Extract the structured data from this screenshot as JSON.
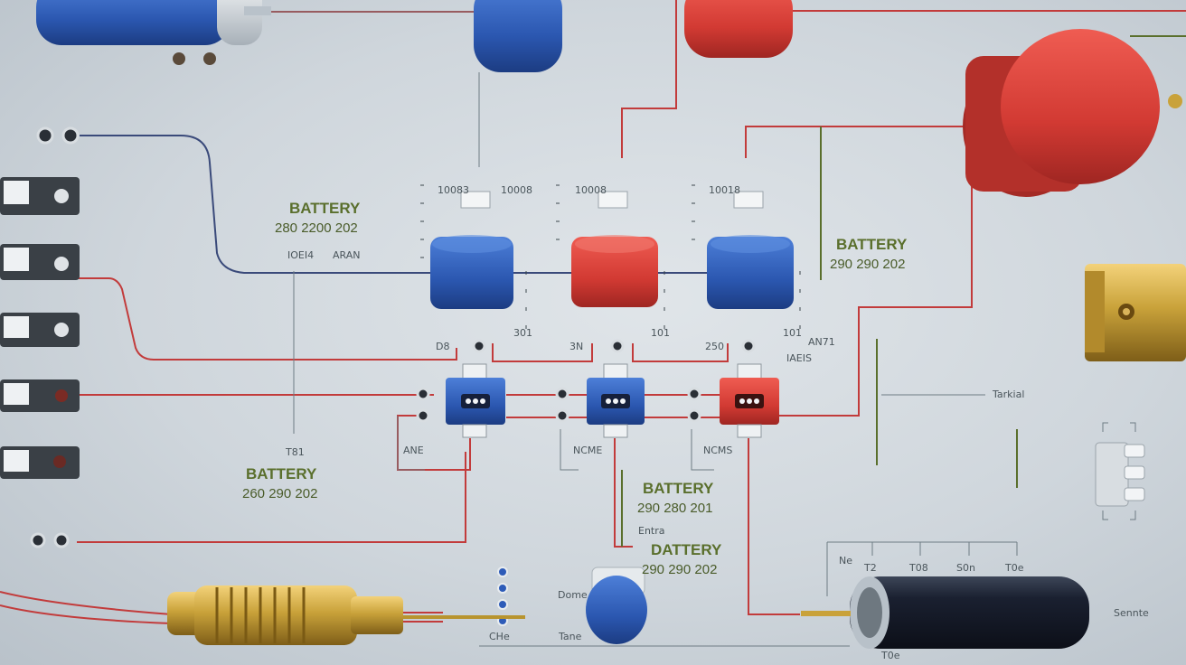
{
  "labels": {
    "battery_1_title": "BATTERY",
    "battery_1_values": "280  2200  202",
    "battery_2_title": "BATTERY",
    "battery_2_values": "290  290  202",
    "battery_3_title": "BATTERY",
    "battery_3_values": "260  290  202",
    "battery_4_title": "BATTERY",
    "battery_4_values": "290  280  201",
    "battery_5_title": "DATTERY",
    "battery_5_values": "290  290  202"
  },
  "small_labels": {
    "top_left": "10083",
    "top_right_1": "10008",
    "top_right_2": "10008",
    "top_right_3": "10018",
    "ne_a": "ANE",
    "ne_b": "NCME",
    "ne_c": "NCMS",
    "cap_a": "D8",
    "cap_b": "3N",
    "cap_c": "250",
    "cap_r_a": "301",
    "cap_r_b": "101",
    "cap_r_c": "101",
    "right_a": "AN71",
    "right_b": "IAEIS",
    "line_label": "Tarkial",
    "tol": "T81",
    "dome": "Dome",
    "tane": "Tane",
    "cie": "CHe",
    "sennte": "Sennte",
    "ne": "Ne",
    "entra": "Entra",
    "label_a": "IOEI4",
    "label_b": "ARAN",
    "scale_1": "T2",
    "scale_2": "T08",
    "scale_3": "S0n",
    "scale_4": "T0e",
    "scale_5": "T0e"
  },
  "colors": {
    "wire_red": "#c23b3b",
    "wire_blue": "#3a4a7a",
    "component_blue": "#2d5bb8",
    "component_red": "#d63a34",
    "label_green": "#5a6f2c",
    "brass": "#c9a23a",
    "board_bg": "#d4dbe0"
  },
  "components": [
    {
      "id": "cap-blue-top-left",
      "type": "capacitor",
      "color": "blue"
    },
    {
      "id": "cap-blue-top",
      "type": "capacitor",
      "color": "blue"
    },
    {
      "id": "cap-red-top",
      "type": "capacitor",
      "color": "red"
    },
    {
      "id": "cap-red-large",
      "type": "capacitor",
      "color": "red"
    },
    {
      "id": "module-blue-1",
      "type": "module",
      "color": "blue"
    },
    {
      "id": "module-red-2",
      "type": "module",
      "color": "red"
    },
    {
      "id": "module-blue-3",
      "type": "module",
      "color": "blue"
    },
    {
      "id": "chip-blue-1",
      "type": "chip",
      "color": "blue"
    },
    {
      "id": "chip-blue-2",
      "type": "chip",
      "color": "blue"
    },
    {
      "id": "chip-red-3",
      "type": "chip",
      "color": "red"
    },
    {
      "id": "brass-coil",
      "type": "inductor",
      "color": "brass"
    },
    {
      "id": "cylinder-battery",
      "type": "battery",
      "color": "black"
    },
    {
      "id": "blue-cap-bottom",
      "type": "capacitor",
      "color": "blue"
    },
    {
      "id": "gold-block",
      "type": "connector",
      "color": "brass"
    }
  ]
}
